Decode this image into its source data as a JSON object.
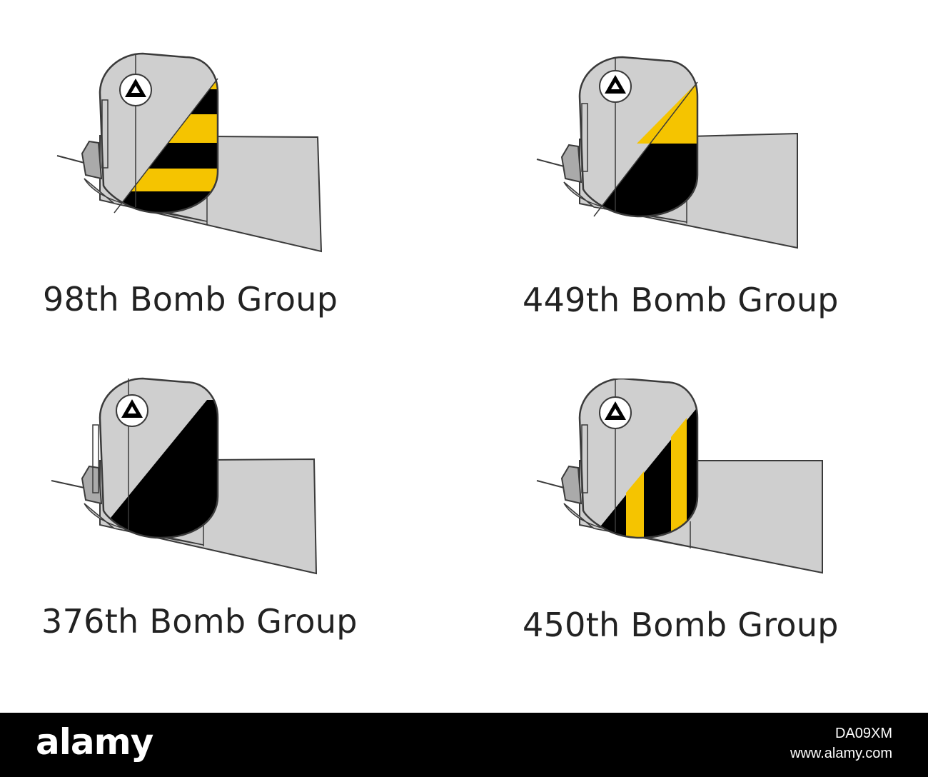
{
  "panels": [
    {
      "caption": "98th Bomb Group",
      "pattern": "horizontal-stripes",
      "colors": [
        "#f5c400",
        "#000000"
      ]
    },
    {
      "caption": "449th Bomb Group",
      "pattern": "yellow-over-black",
      "colors": [
        "#f5c400",
        "#000000"
      ]
    },
    {
      "caption": "376th Bomb Group",
      "pattern": "solid-black",
      "colors": [
        "#000000"
      ]
    },
    {
      "caption": "450th Bomb Group",
      "pattern": "vertical-stripes",
      "colors": [
        "#f5c400",
        "#000000"
      ]
    }
  ],
  "colors": {
    "fuselage": "#cfcfcf",
    "outline": "#3a3a3a",
    "yellow": "#f5c400",
    "black": "#000000"
  },
  "icons": {
    "insignia": "triangle-in-circle-icon"
  },
  "watermark": {
    "brand": "alamy",
    "code": "DA09XM",
    "url": "www.alamy.com"
  }
}
